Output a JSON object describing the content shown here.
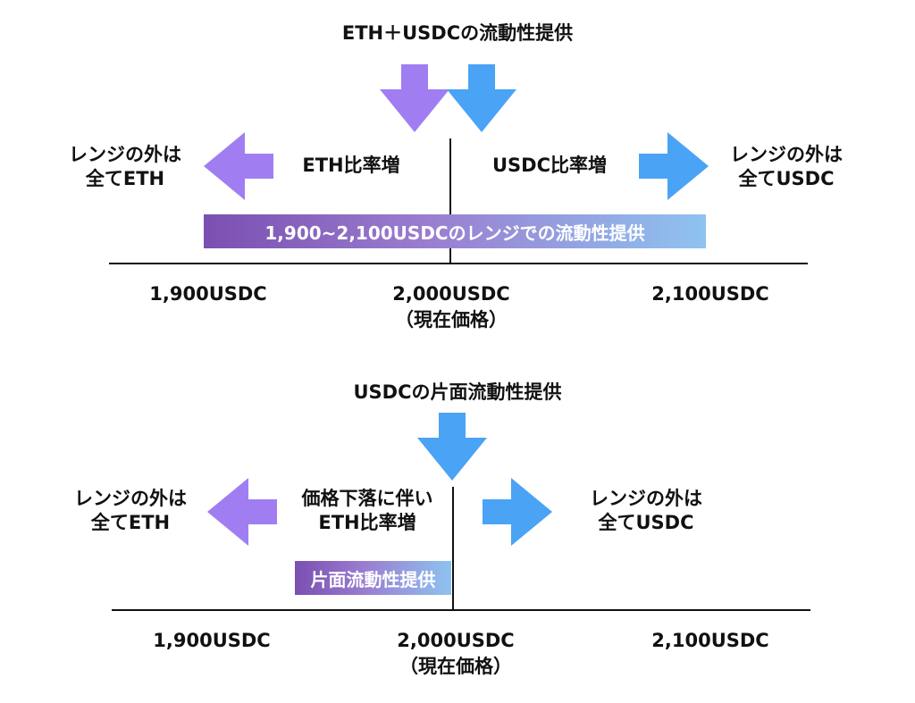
{
  "colors": {
    "purple": "#a07ef2",
    "blue": "#4aa3f5",
    "band_start": "#7a4fb0",
    "band_end": "#8ec3f0"
  },
  "top": {
    "title": "ETH＋USDCの流動性提供",
    "left_outside": [
      "レンジの外は",
      "全てETH"
    ],
    "right_outside": [
      "レンジの外は",
      "全てUSDC"
    ],
    "left_label": "ETH比率増",
    "right_label": "USDC比率増",
    "band_label": "1,900~2,100USDCのレンジでの流動性提供",
    "ticks": {
      "low": "1,900USDC",
      "mid": "2,000USDC",
      "mid_note": "（現在価格）",
      "high": "2,100USDC"
    }
  },
  "bottom": {
    "title": "USDCの片面流動性提供",
    "left_outside": [
      "レンジの外は",
      "全てETH"
    ],
    "right_outside": [
      "レンジの外は",
      "全てUSDC"
    ],
    "left_label": [
      "価格下落に伴い",
      "ETH比率増"
    ],
    "band_label": "片面流動性提供",
    "ticks": {
      "low": "1,900USDC",
      "mid": "2,000USDC",
      "mid_note": "（現在価格）",
      "high": "2,100USDC"
    }
  }
}
